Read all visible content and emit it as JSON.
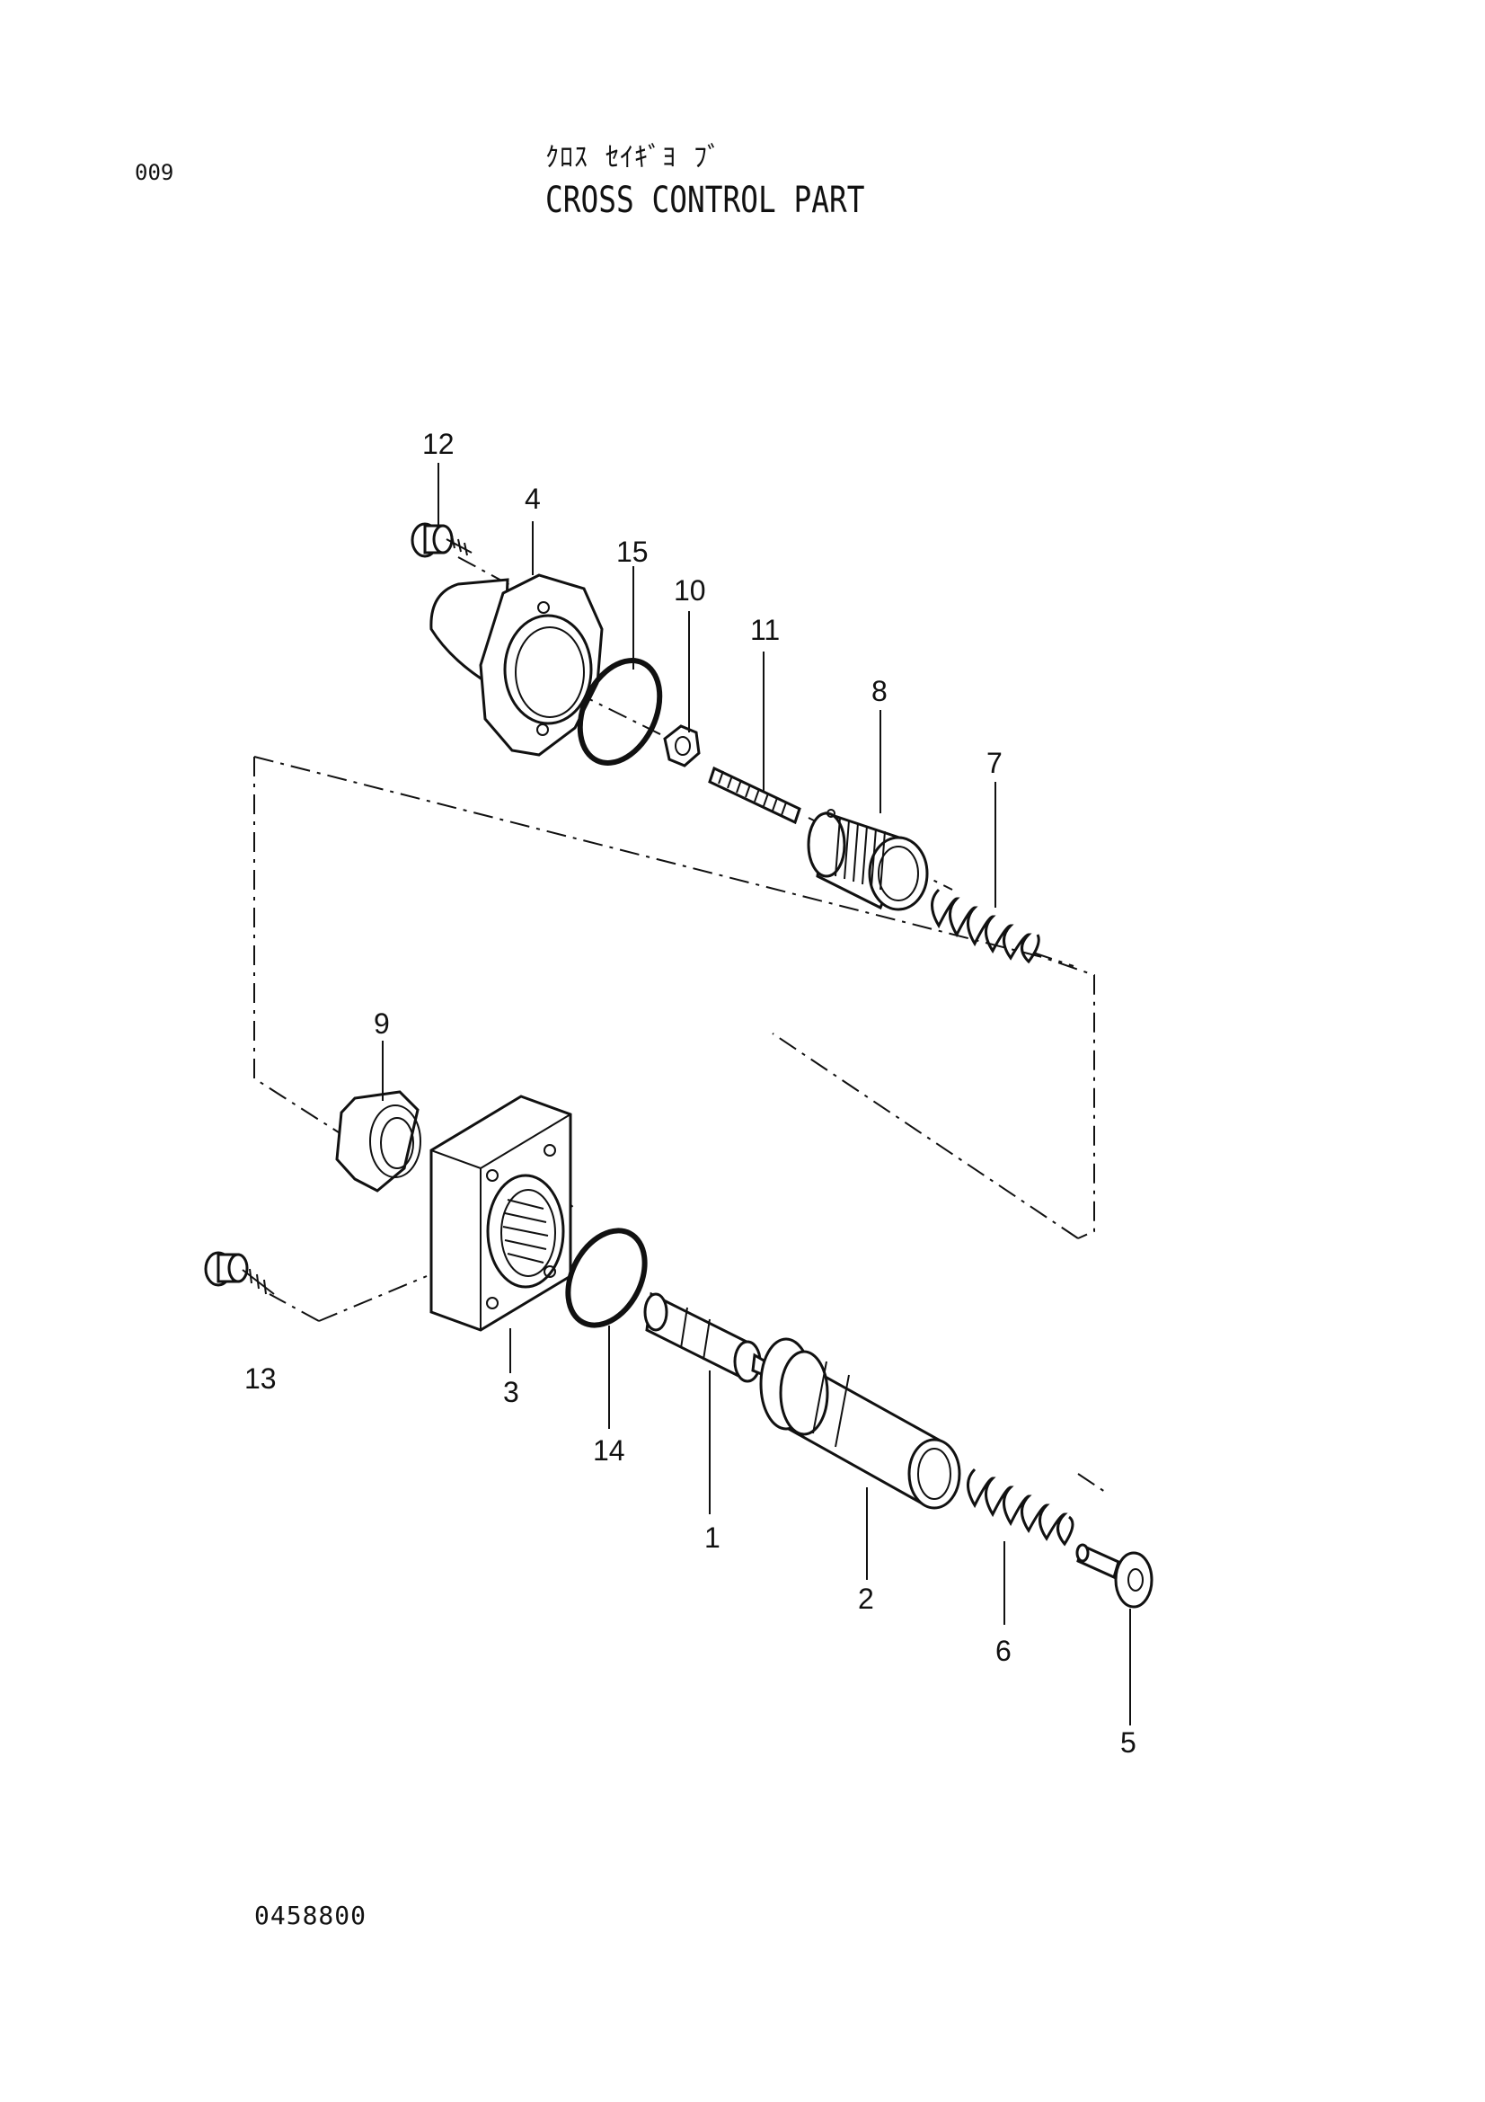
{
  "header": {
    "page_code": "009",
    "title_katakana": "ｸﾛｽ ｾｲｷﾞﾖ ﾌﾞ",
    "title_english": "CROSS CONTROL PART"
  },
  "footer": {
    "drawing_number": "0458800"
  },
  "callouts": [
    "1",
    "2",
    "3",
    "4",
    "5",
    "6",
    "7",
    "8",
    "9",
    "10",
    "11",
    "12",
    "13",
    "14",
    "15"
  ],
  "colors": {
    "ink": "#111111",
    "paper": "#ffffff"
  }
}
